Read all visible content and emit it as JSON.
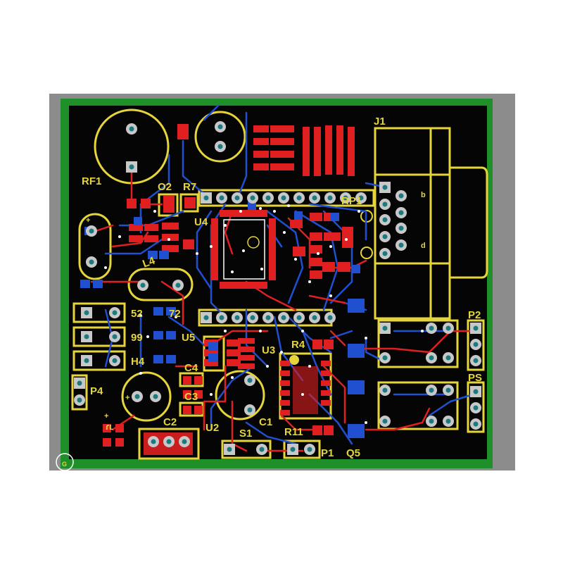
{
  "colors": {
    "frame": "#8c8c8c",
    "board_edge": "#1f8f2a",
    "board": "#050505",
    "silk": "#e6d53a",
    "top_copper": "#e02020",
    "bottom_copper": "#2050d0",
    "pad": "#c8c8c8",
    "via": "#ffffff",
    "drill": "#1a7a80"
  },
  "labels": {
    "rf1": "RF1",
    "o2": "O2",
    "r7": "R7",
    "rp1": "RP1",
    "j1": "J1",
    "u4": "U4",
    "l4": "L4",
    "p2": "P2",
    "ps": "PS",
    "n52": "52",
    "n72": "72",
    "n99": "99",
    "u5": "U5",
    "u3": "U3",
    "r4": "R4",
    "h4": "H4",
    "c4": "C4",
    "p4": "P4",
    "c3": "C3",
    "c1": "C1",
    "c2": "C2",
    "u2": "U2",
    "s1": "S1",
    "r11": "R11",
    "p1": "P1",
    "q5": "Q5",
    "small_b": "b",
    "small_d": "d",
    "small_g": "G",
    "small_rot": "ɾʟ",
    "small_plus": "+"
  }
}
